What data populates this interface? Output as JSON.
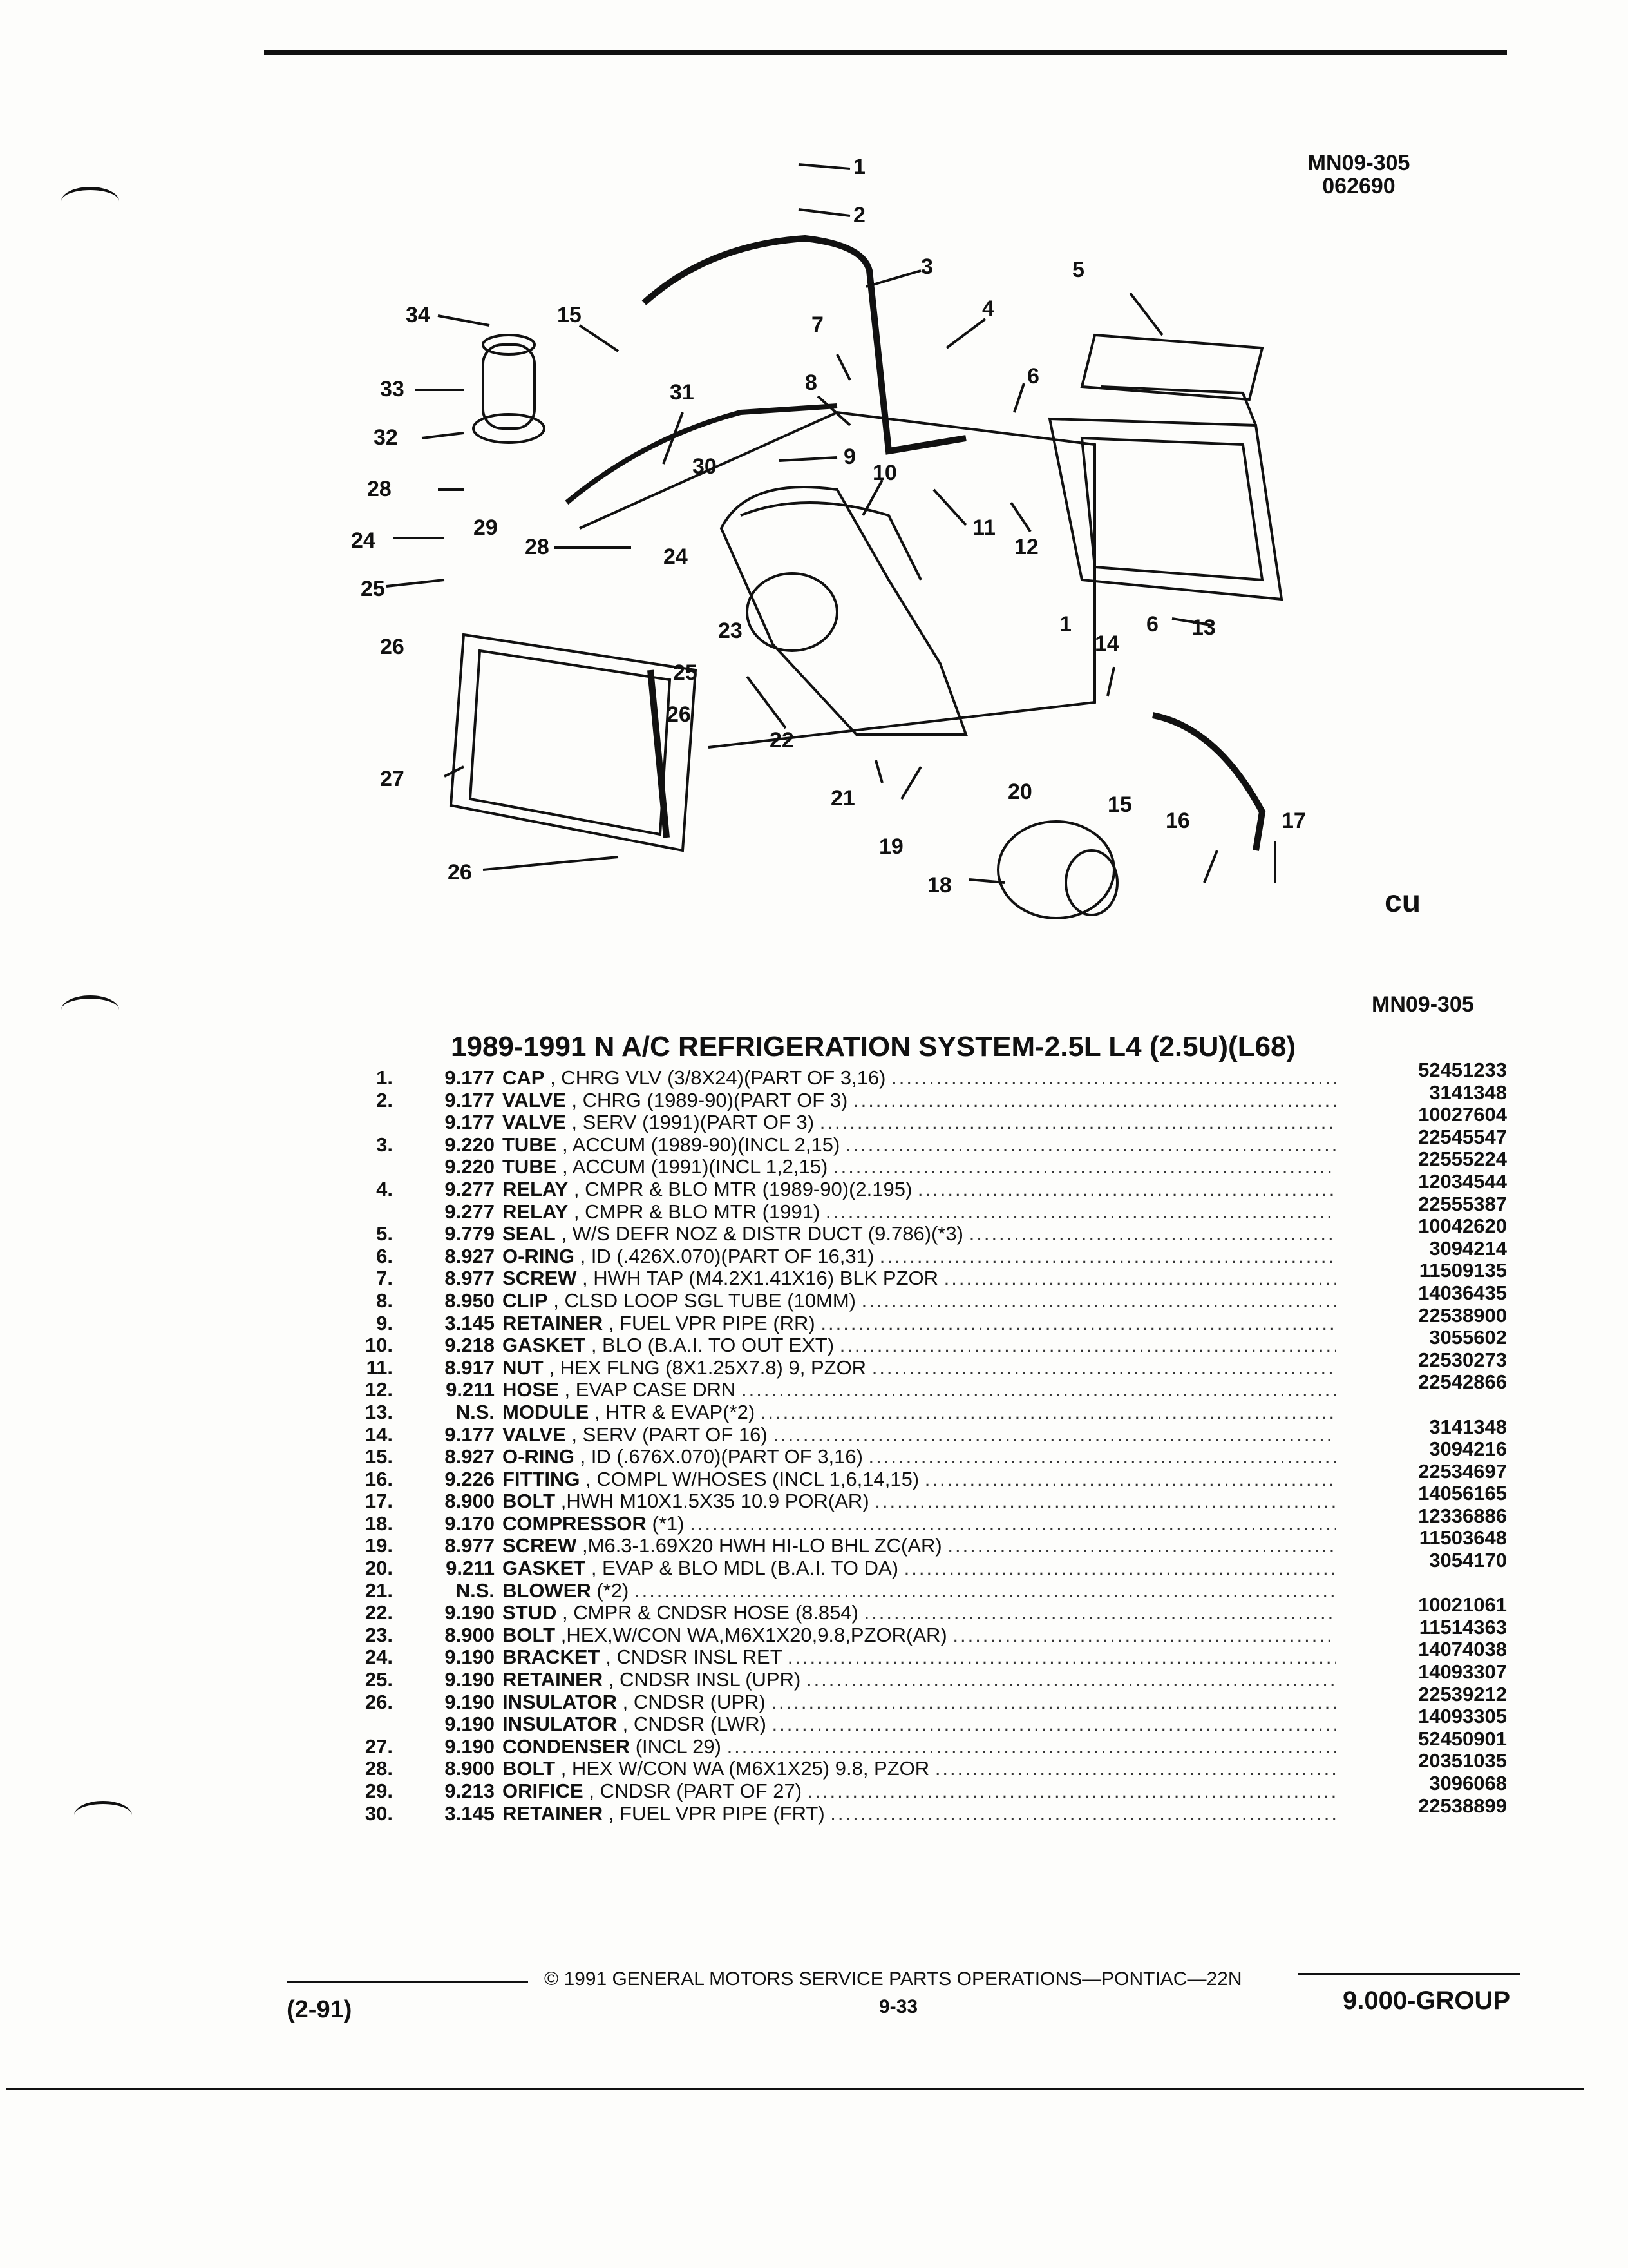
{
  "header": {
    "fig_code": "MN09-305",
    "fig_date": "062690"
  },
  "diagram": {
    "caption_code": "MN09-305",
    "mark": "cu",
    "callouts": [
      {
        "label": "1"
      },
      {
        "label": "2"
      },
      {
        "label": "3"
      },
      {
        "label": "4"
      },
      {
        "label": "5"
      },
      {
        "label": "6"
      },
      {
        "label": "7"
      },
      {
        "label": "8"
      },
      {
        "label": "9"
      },
      {
        "label": "10"
      },
      {
        "label": "11"
      },
      {
        "label": "12"
      },
      {
        "label": "13"
      },
      {
        "label": "1"
      },
      {
        "label": "14"
      },
      {
        "label": "6"
      },
      {
        "label": "15"
      },
      {
        "label": "16"
      },
      {
        "label": "17"
      },
      {
        "label": "18"
      },
      {
        "label": "19"
      },
      {
        "label": "20"
      },
      {
        "label": "21"
      },
      {
        "label": "22"
      },
      {
        "label": "23"
      },
      {
        "label": "24"
      },
      {
        "label": "25"
      },
      {
        "label": "26"
      },
      {
        "label": "27"
      },
      {
        "label": "26"
      },
      {
        "label": "28"
      },
      {
        "label": "29"
      },
      {
        "label": "28"
      },
      {
        "label": "24"
      },
      {
        "label": "25"
      },
      {
        "label": "26"
      },
      {
        "label": "30"
      },
      {
        "label": "31"
      },
      {
        "label": "32"
      },
      {
        "label": "33"
      },
      {
        "label": "34"
      },
      {
        "label": "15"
      }
    ]
  },
  "title": "1989-1991 N A/C REFRIGERATION SYSTEM-2.5L L4 (2.5U)(L68)",
  "parts": [
    {
      "num": "1.",
      "grp": "9.177",
      "name": "CAP",
      "desc": ", CHRG VLV (3/8X24)(PART OF 3,16)",
      "pn": "52451233"
    },
    {
      "num": "2.",
      "grp": "9.177",
      "name": "VALVE",
      "desc": ", CHRG (1989-90)(PART OF 3)",
      "pn": "3141348"
    },
    {
      "num": "",
      "grp": "9.177",
      "name": "VALVE",
      "desc": ", SERV (1991)(PART OF 3)",
      "pn": "10027604"
    },
    {
      "num": "3.",
      "grp": "9.220",
      "name": "TUBE",
      "desc": ", ACCUM (1989-90)(INCL 2,15)",
      "pn": "22545547"
    },
    {
      "num": "",
      "grp": "9.220",
      "name": "TUBE",
      "desc": ", ACCUM (1991)(INCL 1,2,15)",
      "pn": "22555224"
    },
    {
      "num": "4.",
      "grp": "9.277",
      "name": "RELAY",
      "desc": ", CMPR & BLO MTR (1989-90)(2.195)",
      "pn": "12034544"
    },
    {
      "num": "",
      "grp": "9.277",
      "name": "RELAY",
      "desc": ", CMPR & BLO MTR (1991)",
      "pn": "22555387"
    },
    {
      "num": "5.",
      "grp": "9.779",
      "name": "SEAL",
      "desc": ", W/S DEFR NOZ & DISTR DUCT (9.786)(*3)",
      "pn": "10042620"
    },
    {
      "num": "6.",
      "grp": "8.927",
      "name": "O-RING",
      "desc": ", ID (.426X.070)(PART OF 16,31)",
      "pn": "3094214"
    },
    {
      "num": "7.",
      "grp": "8.977",
      "name": "SCREW",
      "desc": ", HWH TAP (M4.2X1.41X16) BLK PZOR",
      "pn": "11509135"
    },
    {
      "num": "8.",
      "grp": "8.950",
      "name": "CLIP",
      "desc": ", CLSD LOOP SGL TUBE (10MM)",
      "pn": "14036435"
    },
    {
      "num": "9.",
      "grp": "3.145",
      "name": "RETAINER",
      "desc": ", FUEL VPR PIPE (RR)",
      "pn": "22538900"
    },
    {
      "num": "10.",
      "grp": "9.218",
      "name": "GASKET",
      "desc": ", BLO (B.A.I. TO OUT EXT)",
      "pn": "3055602"
    },
    {
      "num": "11.",
      "grp": "8.917",
      "name": "NUT",
      "desc": ", HEX FLNG (8X1.25X7.8) 9, PZOR",
      "pn": "22530273"
    },
    {
      "num": "12.",
      "grp": "9.211",
      "name": "HOSE",
      "desc": ", EVAP CASE DRN",
      "pn": "22542866"
    },
    {
      "num": "13.",
      "grp": "N.S.",
      "name": "MODULE",
      "desc": ", HTR & EVAP(*2)",
      "pn": ""
    },
    {
      "num": "14.",
      "grp": "9.177",
      "name": "VALVE",
      "desc": ", SERV (PART OF 16)",
      "pn": "3141348"
    },
    {
      "num": "15.",
      "grp": "8.927",
      "name": "O-RING",
      "desc": ", ID (.676X.070)(PART OF 3,16)",
      "pn": "3094216"
    },
    {
      "num": "16.",
      "grp": "9.226",
      "name": "FITTING",
      "desc": ", COMPL W/HOSES (INCL 1,6,14,15)",
      "pn": "22534697"
    },
    {
      "num": "17.",
      "grp": "8.900",
      "name": "BOLT",
      "desc": ",HWH M10X1.5X35 10.9 POR(AR)",
      "pn": "14056165"
    },
    {
      "num": "18.",
      "grp": "9.170",
      "name": "COMPRESSOR",
      "desc": "(*1)",
      "pn": "12336886"
    },
    {
      "num": "19.",
      "grp": "8.977",
      "name": "SCREW",
      "desc": ",M6.3-1.69X20 HWH HI-LO BHL ZC(AR)",
      "pn": "11503648"
    },
    {
      "num": "20.",
      "grp": "9.211",
      "name": "GASKET",
      "desc": ", EVAP & BLO MDL (B.A.I. TO DA)",
      "pn": "3054170"
    },
    {
      "num": "21.",
      "grp": "N.S.",
      "name": "BLOWER",
      "desc": "(*2)",
      "pn": ""
    },
    {
      "num": "22.",
      "grp": "9.190",
      "name": "STUD",
      "desc": ", CMPR & CNDSR HOSE (8.854)",
      "pn": "10021061"
    },
    {
      "num": "23.",
      "grp": "8.900",
      "name": "BOLT",
      "desc": ",HEX,W/CON WA,M6X1X20,9.8,PZOR(AR)",
      "pn": "11514363"
    },
    {
      "num": "24.",
      "grp": "9.190",
      "name": "BRACKET",
      "desc": ", CNDSR INSL RET",
      "pn": "14074038"
    },
    {
      "num": "25.",
      "grp": "9.190",
      "name": "RETAINER",
      "desc": ", CNDSR INSL (UPR)",
      "pn": "14093307"
    },
    {
      "num": "26.",
      "grp": "9.190",
      "name": "INSULATOR",
      "desc": ", CNDSR (UPR)",
      "pn": "22539212"
    },
    {
      "num": "",
      "grp": "9.190",
      "name": "INSULATOR",
      "desc": ", CNDSR (LWR)",
      "pn": "14093305"
    },
    {
      "num": "27.",
      "grp": "9.190",
      "name": "CONDENSER",
      "desc": "(INCL 29)",
      "pn": "52450901"
    },
    {
      "num": "28.",
      "grp": "8.900",
      "name": "BOLT",
      "desc": ", HEX W/CON WA (M6X1X25) 9.8, PZOR",
      "pn": "20351035"
    },
    {
      "num": "29.",
      "grp": "9.213",
      "name": "ORIFICE",
      "desc": ", CNDSR (PART OF 27)",
      "pn": "3096068"
    },
    {
      "num": "30.",
      "grp": "3.145",
      "name": "RETAINER",
      "desc": ", FUEL VPR PIPE (FRT)",
      "pn": "22538899"
    }
  ],
  "footer": {
    "copyright": "© 1991 GENERAL MOTORS SERVICE PARTS OPERATIONS—PONTIAC—22N",
    "page": "9-33",
    "date_code": "(2-91)",
    "group": "9.000-GROUP"
  }
}
